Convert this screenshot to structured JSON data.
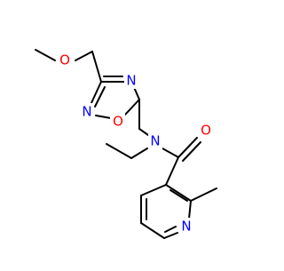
{
  "molecule": {
    "atoms": {
      "o_methoxy": {
        "label": "O",
        "color": "#ff0000"
      },
      "n_oxadiazole_top": {
        "label": "N",
        "color": "#0000ff"
      },
      "n_oxadiazole_left": {
        "label": "N",
        "color": "#0000ff"
      },
      "o_oxadiazole": {
        "label": "O",
        "color": "#ff0000"
      },
      "n_amide": {
        "label": "N",
        "color": "#0000ff"
      },
      "o_carbonyl": {
        "label": "O",
        "color": "#ff0000"
      },
      "n_pyridine": {
        "label": "N",
        "color": "#0000ff"
      }
    }
  }
}
